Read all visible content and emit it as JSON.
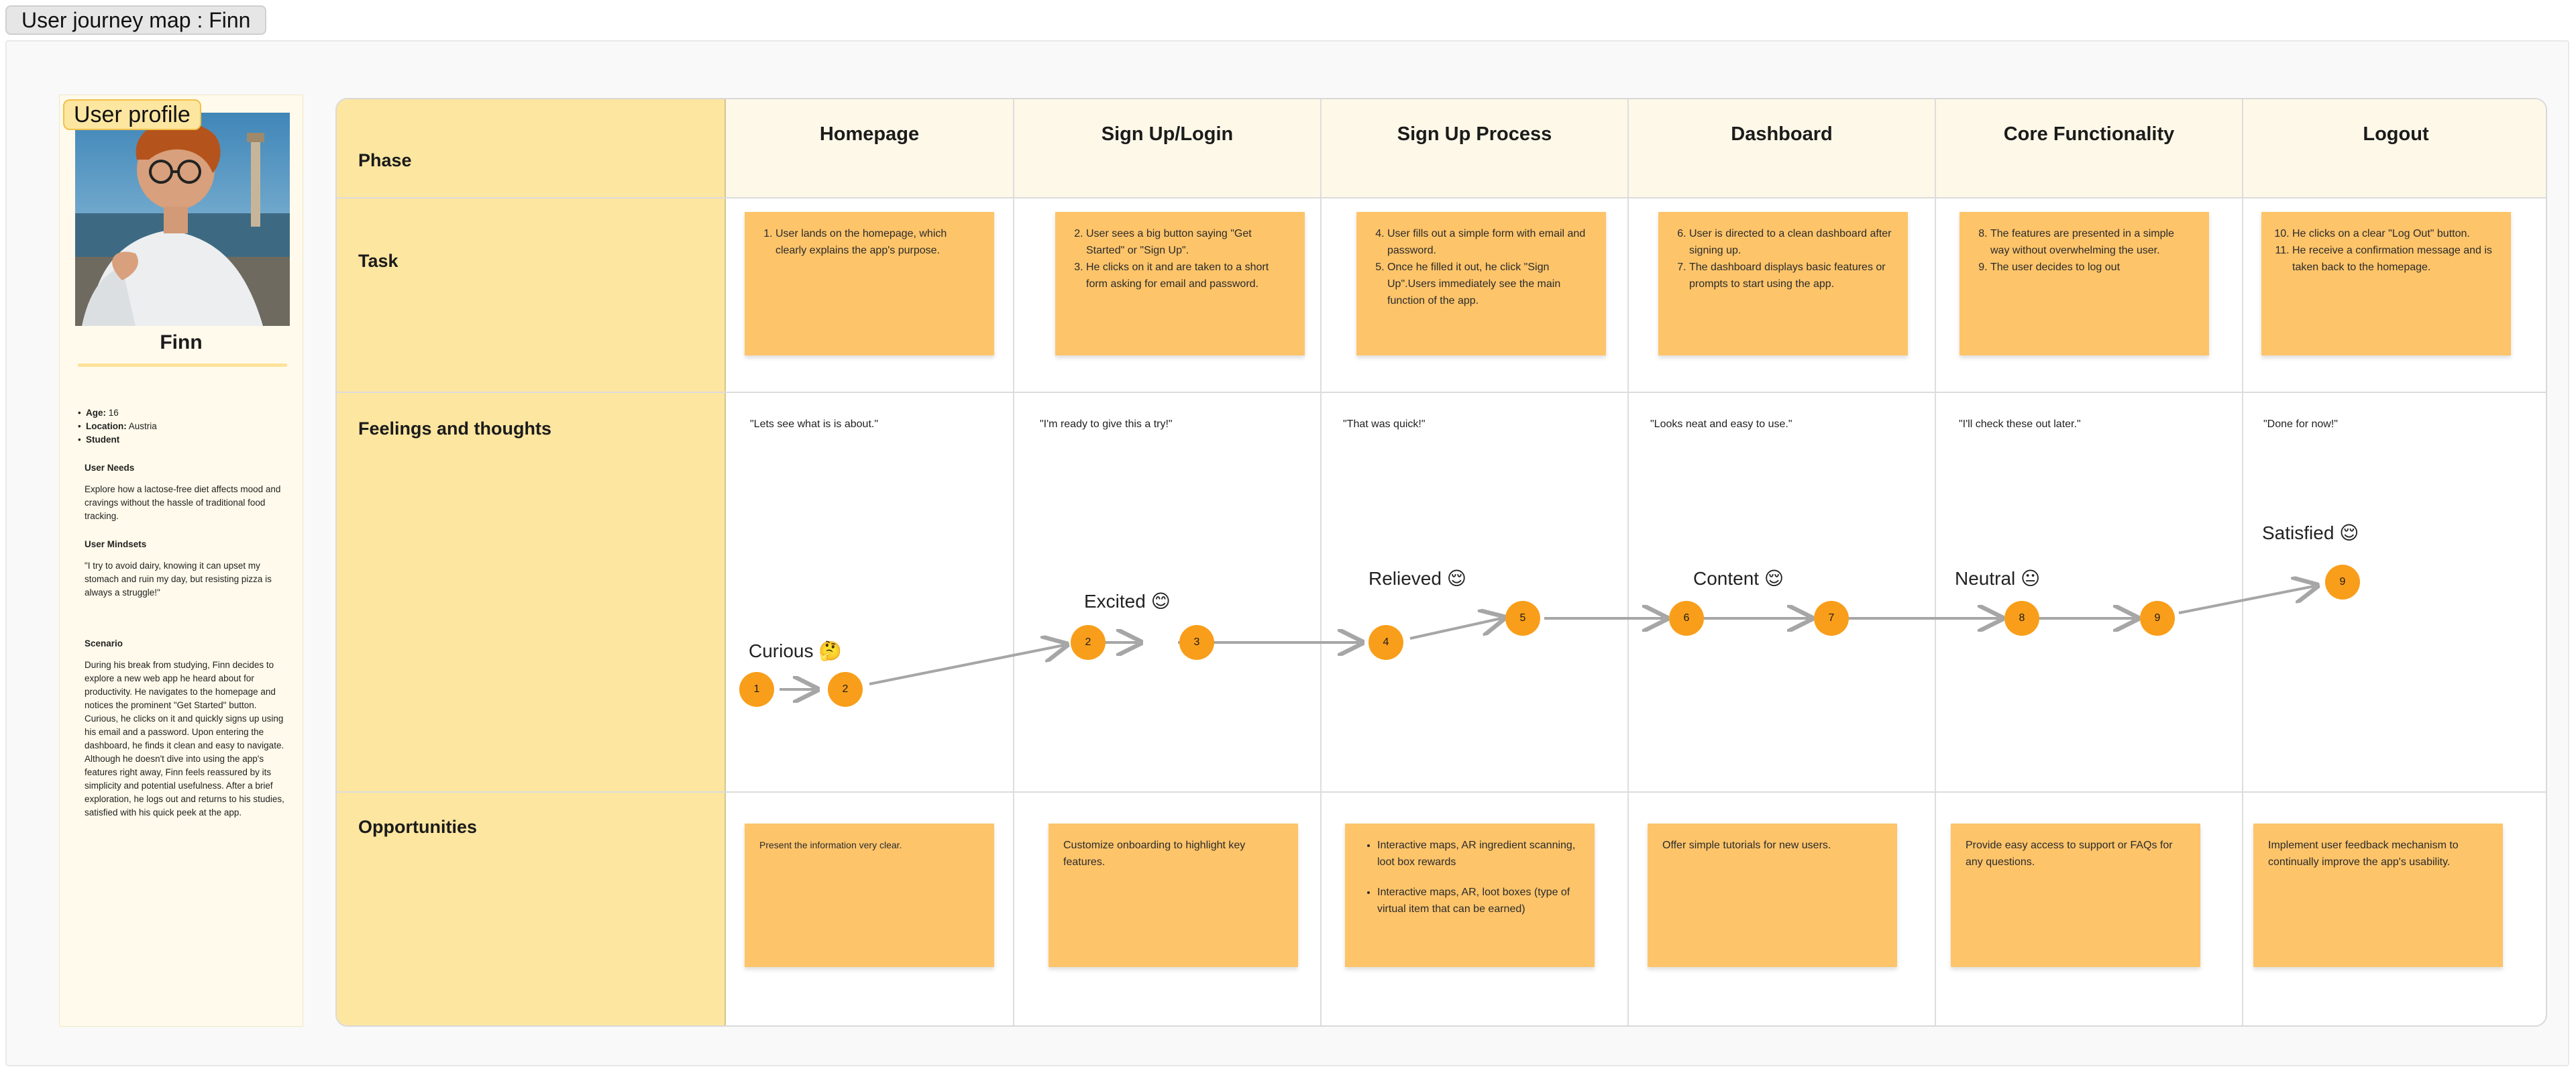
{
  "title": "User journey map : Finn",
  "profile": {
    "badge": "User profile",
    "name": "Finn",
    "facts": [
      {
        "label": "Age:",
        "value": " 16"
      },
      {
        "label": "Location:",
        "value": " Austria"
      },
      {
        "label": "Student",
        "value": ""
      }
    ],
    "needs_title": "User Needs",
    "needs": "Explore how a lactose-free diet affects mood and cravings without the hassle of traditional food tracking.",
    "mindsets_title": "User Mindsets",
    "mindsets": "\"I try to avoid dairy, knowing it can upset my stomach and ruin my day, but resisting pizza is always a struggle!\"",
    "scenario_title": "Scenario",
    "scenario": "During his break from studying, Finn decides to explore a new web app he  heard about for productivity. He navigates to the homepage and notices  the prominent \"Get Started\" button. Curious, he clicks on it and quickly signs up using his email and a password. Upon entering the dashboard,  he finds it clean and easy to navigate. Although he doesn't dive into using the app's features right away, Finn feels reassured by its  simplicity and potential usefulness. After a brief exploration, he logs out and returns to his studies, satisfied with his quick peek at the  app."
  },
  "rows": {
    "phase": "Phase",
    "task": "Task",
    "feelings": "Feelings and thoughts",
    "opportunities": "Opportunities"
  },
  "phases": [
    "Homepage",
    "Sign Up/Login",
    "Sign Up Process",
    "Dashboard",
    "Core Functionality",
    "Logout"
  ],
  "tasks": [
    [
      {
        "n": "1.",
        "t": "User lands on the homepage, which clearly explains the app's purpose."
      }
    ],
    [
      {
        "n": "2.",
        "t": "User sees a big button saying \"Get Started\" or \"Sign Up\"."
      },
      {
        "n": "3.",
        "t": "He clicks on it and are taken to a short form asking for email and password."
      }
    ],
    [
      {
        "n": "4.",
        "t": "User fills out a simple form with email and password."
      },
      {
        "n": "5.",
        "t": "Once he filled it out, he click \"Sign Up\".Users immediately see the main function of the app."
      }
    ],
    [
      {
        "n": "6.",
        "t": "User is directed to a clean dashboard after signing up."
      },
      {
        "n": "7.",
        "t": "The dashboard displays basic features or prompts to start using the app."
      }
    ],
    [
      {
        "n": "8.",
        "t": "The features are presented in a simple way without overwhelming the user."
      },
      {
        "n": "9.",
        "t": "The user decides to log out"
      }
    ],
    [
      {
        "n": "10.",
        "t": "He clicks on a clear \"Log Out\" button."
      },
      {
        "n": "11.",
        "t": "He receive a confirmation message and is taken back to the homepage."
      }
    ]
  ],
  "quotes": [
    "\"Lets see what is is about.\"",
    "\"I'm ready to give this a try!\"",
    "\"That was quick!\"",
    "\"Looks neat and easy to use.\"",
    "\"I'll check these out later.\"",
    "\"Done for now!\""
  ],
  "emotions": [
    "Curious 🤔",
    "Excited 😊",
    "Relieved 😌",
    "Content 😌",
    "Neutral 😐",
    "Satisfied 😌"
  ],
  "nodes": [
    "1",
    "2",
    "2",
    "3",
    "4",
    "5",
    "6",
    "7",
    "8",
    "9",
    "9"
  ],
  "opportunities": [
    "Present the information very clear.",
    "Customize onboarding to highlight key features.",
    [
      "Interactive maps, AR ingredient scanning, loot box rewards",
      "Interactive maps, AR, loot boxes (type of virtual item that can be  earned)"
    ],
    "Offer simple tutorials for new users.",
    "Provide easy access to support or FAQs for any questions.",
    "Implement user feedback mechanism to continually improve the app's usability."
  ],
  "colors": {
    "phase_column": "#fde6a0",
    "sticky": "#fdc46a",
    "node": "#f99e1a",
    "header": "#fdf8e8",
    "arrow": "#a6a6a6"
  }
}
